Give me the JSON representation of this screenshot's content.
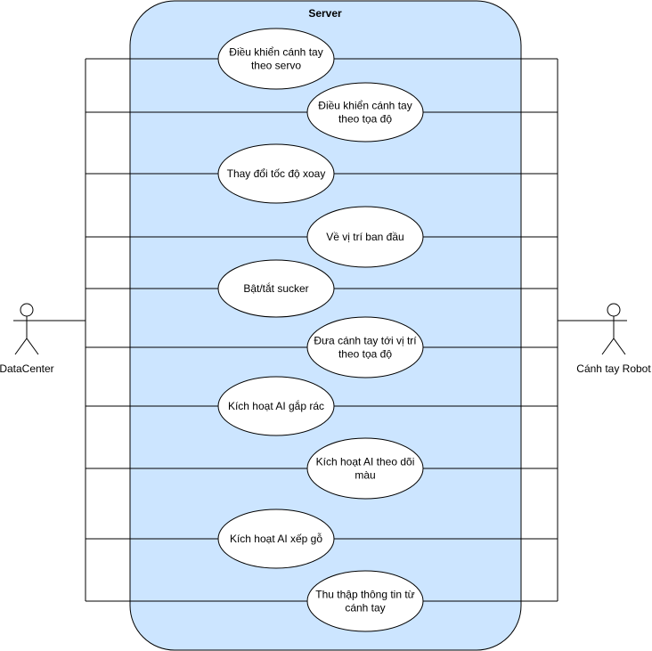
{
  "diagram": {
    "system": {
      "title": "Server",
      "fill": "#cce5ff"
    },
    "actors": {
      "left": {
        "label": "DataCenter"
      },
      "right": {
        "label": "Cánh tay Robot"
      }
    },
    "use_cases": [
      {
        "lines": [
          "Điều khiển cánh tay",
          "theo servo"
        ]
      },
      {
        "lines": [
          "Điều khiển cánh tay",
          "theo tọa độ"
        ]
      },
      {
        "lines": [
          "Thay đổi tốc độ xoay"
        ]
      },
      {
        "lines": [
          "Về vị trí ban đầu"
        ]
      },
      {
        "lines": [
          "Bật/tắt sucker"
        ]
      },
      {
        "lines": [
          "Đưa cánh tay tới vị trí",
          "theo tọa độ"
        ]
      },
      {
        "lines": [
          "Kích hoạt AI gắp rác"
        ]
      },
      {
        "lines": [
          "Kích hoạt AI theo dõi",
          "màu"
        ]
      },
      {
        "lines": [
          "Kích hoạt AI xếp gỗ"
        ]
      },
      {
        "lines": [
          "Thu thập thông tin từ",
          "cánh tay"
        ]
      }
    ]
  }
}
